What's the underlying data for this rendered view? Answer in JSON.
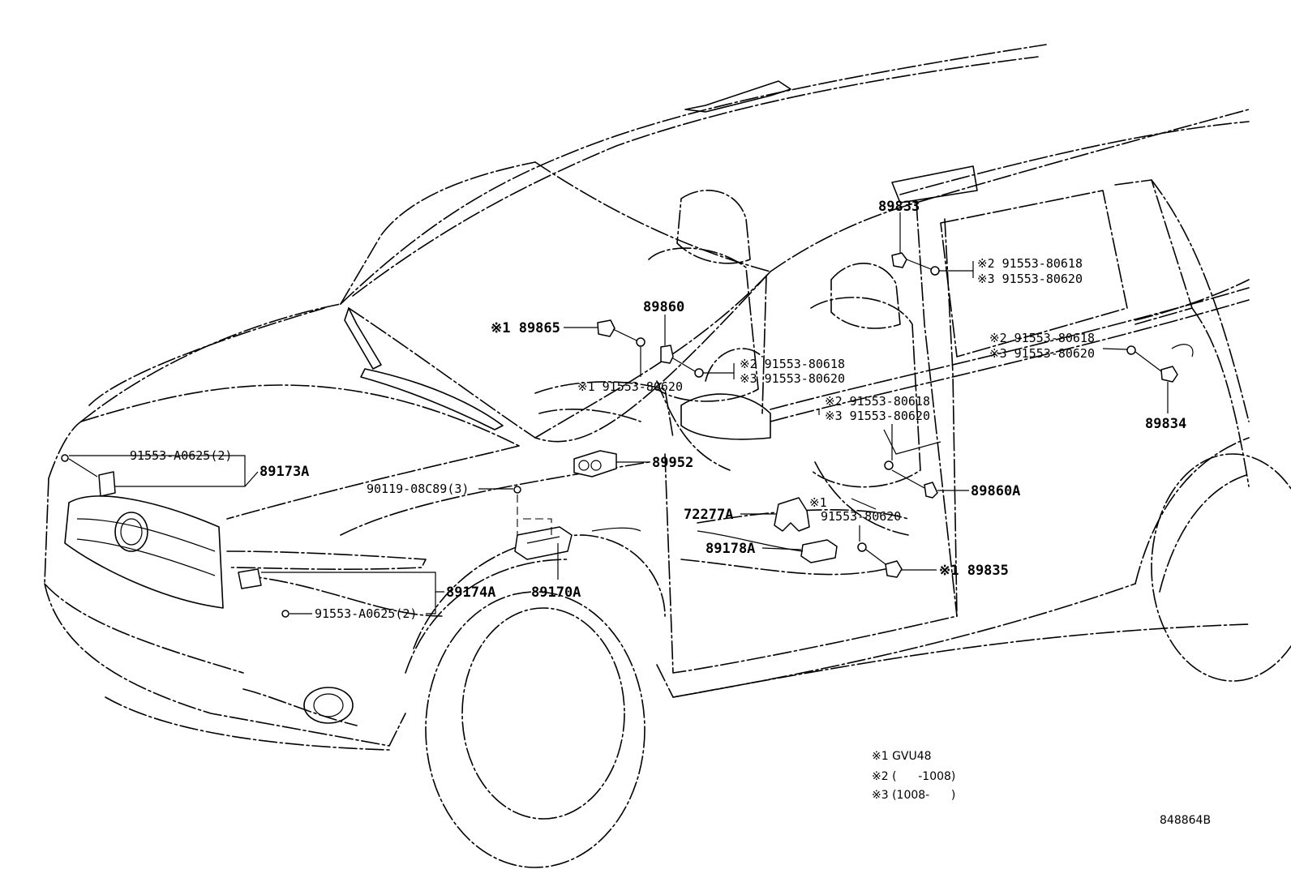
{
  "labels": {
    "p89833": "89833",
    "p89833_s2": "※2 91553-80618",
    "p89833_s3": "※3 91553-80620",
    "p89860": "89860",
    "p89865": "※1 89865",
    "p89865_bolt": "※1 91553-80620",
    "p89860_s2": "※2 91553-80618",
    "p89860_s3": "※3 91553-80620",
    "p89834_s2": "※2 91553-80618",
    "p89834_s3": "※3 91553-80620",
    "p89834": "89834",
    "mid_s2": "※2 91553-80618",
    "mid_s3": "※3 91553-80620",
    "p91553_a0625_top": "91553-A0625(2)",
    "p89173a": "89173A",
    "p90119": "90119-08C89(3)",
    "p89952": "89952",
    "p89860a": "89860A",
    "p72277a": "72277A",
    "p89178a_bolt1": "※1",
    "p89178a_bolt": "91553-80620",
    "p89178a": "89178A",
    "p89835": "※1 89835",
    "p89174a": "89174A",
    "p89170a": "89170A",
    "p91553_a0625_bot": "91553-A0625(2)"
  },
  "legend": {
    "n1": "※1 GVU48",
    "n2": "※2 (      -1008)",
    "n3": "※3 (1008-      )"
  },
  "diagram_code": "848864B"
}
